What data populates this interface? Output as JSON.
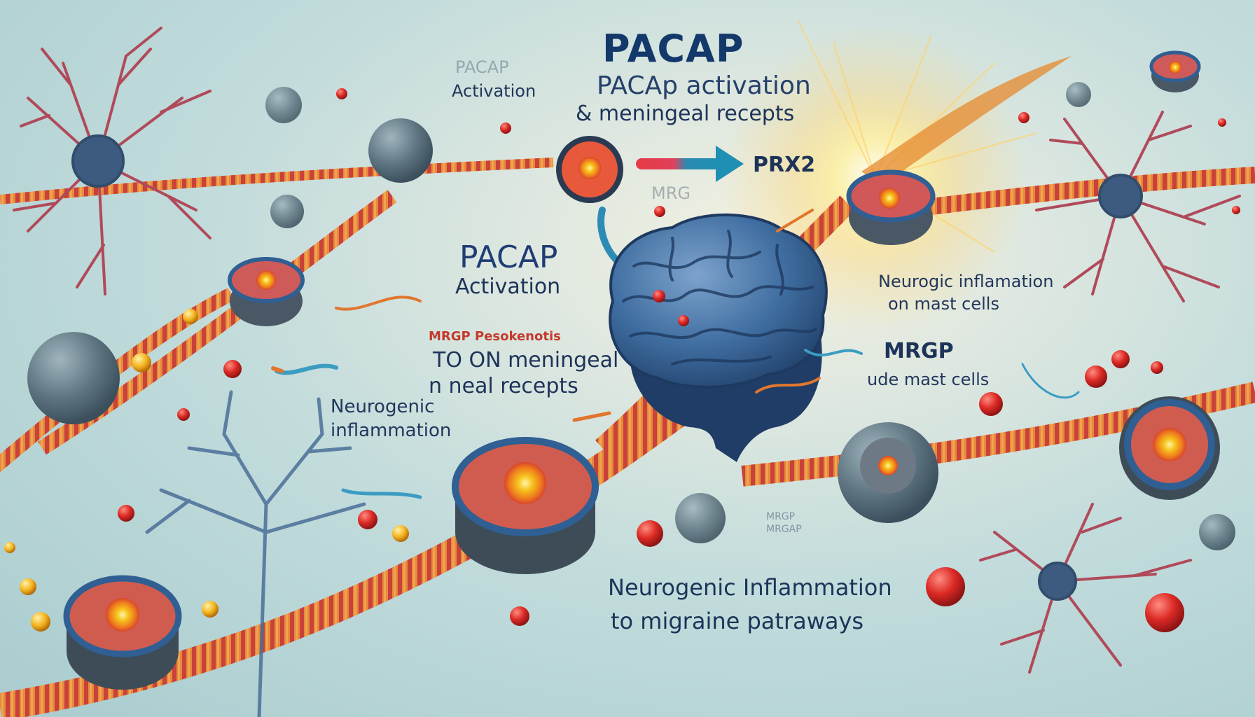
{
  "labels": {
    "title": "PACAP",
    "pacap_activation_top": "PACAp activation",
    "meningeal_recepts_top": "& meningeal recepts",
    "pacap_ghost": "PACAP",
    "activation_left": "Activation",
    "mrg_ghost": "MRG",
    "prx2": "PRX2",
    "pacap_mid": "PACAP",
    "activation_mid": "Activation",
    "mrgp_garbled": "MRGP Pesokenotis",
    "to_on_meningeal": "TO ON meningeal",
    "neal_recepts": "n neal recepts",
    "neurogenic": "Neurogenic",
    "inflammation": "inflammation",
    "neurogic_inflammation": "Neurogic inflamation",
    "on_mast_cells": "on mast cells",
    "mrgp": "MRGP",
    "ude_mast_cells": "ude mast cells",
    "mrgp_small_1": "MRGP",
    "mrgp_small_2": "MRGAP",
    "bottom_line1": "Neurogenic Inflammation",
    "bottom_line2": "to migraine patraways"
  },
  "icons": {
    "brain": "brain-icon",
    "arrow": "gradient-arrow-icon",
    "neuron": "neuron-icon",
    "cell": "cell-cross-section-icon",
    "fiber": "nerve-fiber-icon",
    "burst": "light-burst-icon"
  },
  "colors": {
    "background": "#c3dcdc",
    "title": "#13386a",
    "neuron": "#b04a5a",
    "neuron_blue": "#4a6f97",
    "fiber_orange": "#d8762e",
    "fiber_red": "#c8413a",
    "cell_core": "#f4b21a",
    "brain": "#3f6da0",
    "red_dot": "#d52a2a",
    "arrow_start": "#e63946",
    "arrow_end": "#1f8fb3"
  }
}
